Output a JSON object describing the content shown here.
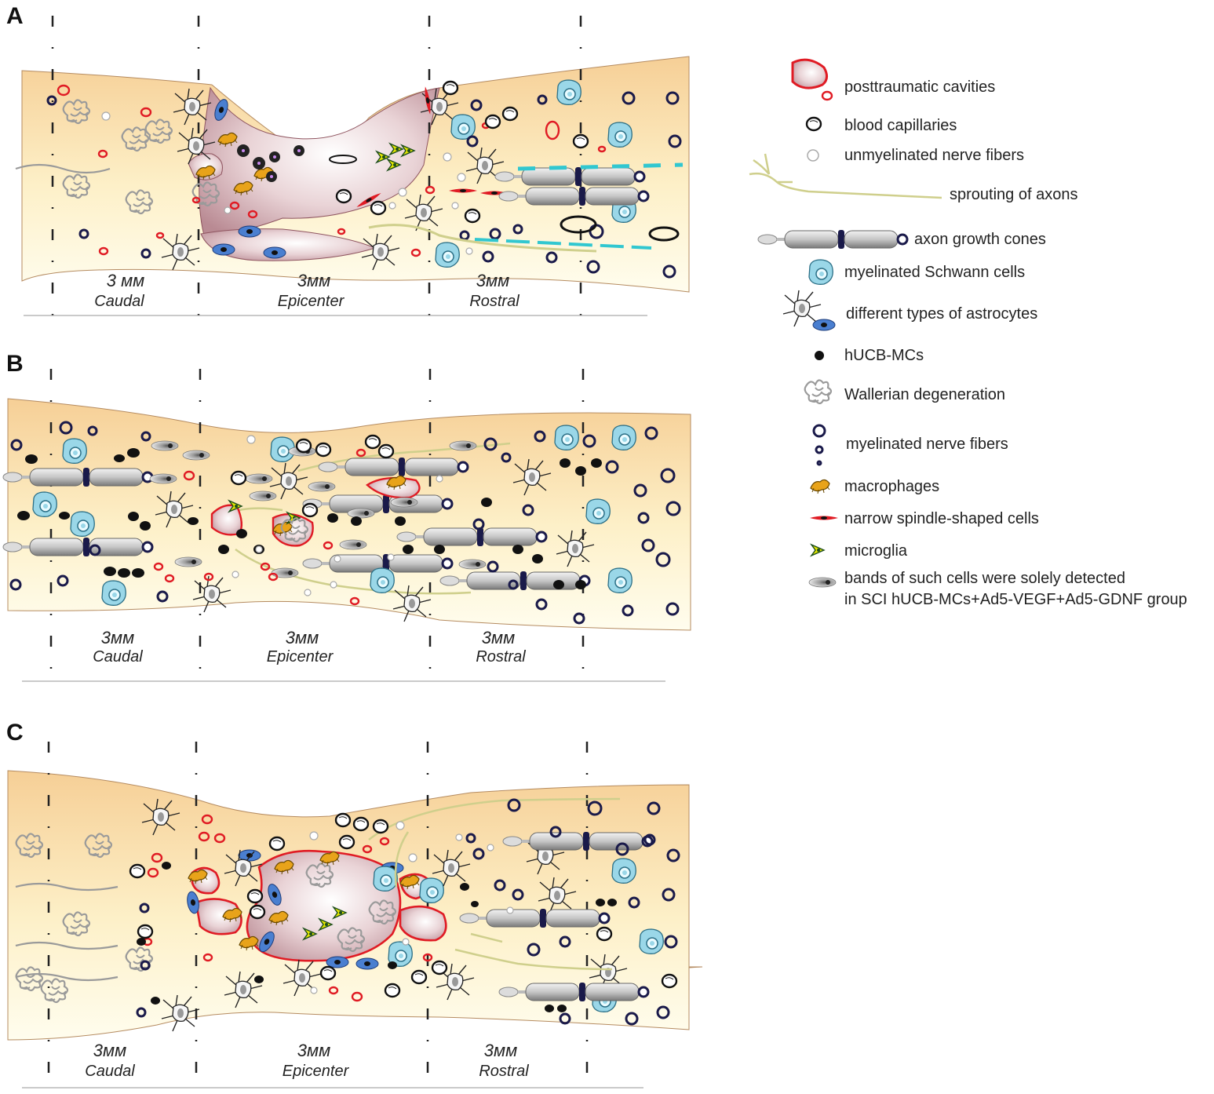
{
  "panels": [
    {
      "letter": "A",
      "segments": [
        {
          "length": "3 мм",
          "name": "Caudal"
        },
        {
          "length": "3мм",
          "name": "Epicenter"
        },
        {
          "length": "3мм",
          "name": "Rostral"
        }
      ]
    },
    {
      "letter": "B",
      "segments": [
        {
          "length": "3мм",
          "name": "Caudal"
        },
        {
          "length": "3мм",
          "name": "Epicenter"
        },
        {
          "length": "3мм",
          "name": "Rostral"
        }
      ]
    },
    {
      "letter": "C",
      "segments": [
        {
          "length": "3мм",
          "name": "Caudal"
        },
        {
          "length": "3мм",
          "name": "Epicenter"
        },
        {
          "length": "3мм",
          "name": "Rostral"
        }
      ]
    }
  ],
  "legend": [
    {
      "icon": "cavity-icon",
      "label": "posttraumatic cavities"
    },
    {
      "icon": "blood-capillary-icon",
      "label": "blood capillaries"
    },
    {
      "icon": "unmyelinated-fiber-icon",
      "label": "unmyelinated nerve fibers"
    },
    {
      "icon": "axon-sprout-icon",
      "label": "sprouting of axons"
    },
    {
      "icon": "growth-cone-icon",
      "label": "axon growth cones"
    },
    {
      "icon": "schwann-cell-icon",
      "label": "myelinated Schwann cells"
    },
    {
      "icon": "astrocyte-icon",
      "label": "different types of astrocytes"
    },
    {
      "icon": "hucb-mc-icon",
      "label": "hUCB-MCs"
    },
    {
      "icon": "wallerian-icon",
      "label": "Wallerian degeneration"
    },
    {
      "icon": "myelinated-fiber-icon",
      "label": "myelinated nerve fibers"
    },
    {
      "icon": "macrophage-icon",
      "label": "macrophages"
    },
    {
      "icon": "spindle-cell-icon",
      "label": "narrow spindle-shaped cells"
    },
    {
      "icon": "microglia-icon",
      "label": "microglia"
    },
    {
      "icon": "band-cell-icon",
      "label": "bands of such cells were solely detected",
      "label2": "in SCI hUCB-MCs+Ad5-VEGF+Ad5-GDNF group"
    }
  ],
  "colors": {
    "tissue_top": "#f8d6a3",
    "tissue_bottom": "#fffde8",
    "cavity_fill": "#d9b6be",
    "cavity_edge": "#e01b24",
    "capillary": "#111111",
    "myelin": "#1a1a4a",
    "schwann": "#8fd3e6",
    "astro_blue": "#4a7fd0",
    "macrophage": "#e8a31a",
    "microglia": "#e6e600",
    "axon": "#cfcf8c",
    "growth_cone": "#a8a8a8"
  }
}
